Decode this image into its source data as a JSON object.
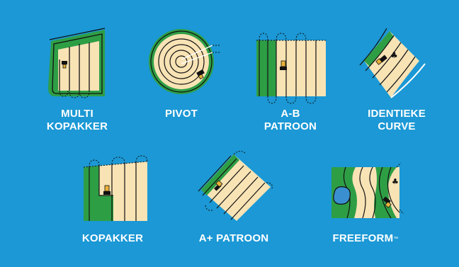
{
  "colors": {
    "background": "#1B98D5",
    "field": "#F8E3B5",
    "green": "#2E9E45",
    "line": "#111111",
    "white": "#ffffff",
    "water": "#3A8FD0"
  },
  "patterns": [
    {
      "id": "multi-kopakker",
      "line1": "MULTI",
      "line2": "KOPAKKER"
    },
    {
      "id": "pivot",
      "line1": "PIVOT",
      "line2": ""
    },
    {
      "id": "ab-patroon",
      "line1": "A-B",
      "line2": "PATROON"
    },
    {
      "id": "identieke-curve",
      "line1": "IDENTIEKE",
      "line2": "CURVE"
    },
    {
      "id": "kopakker",
      "line1": "KOPAKKER",
      "line2": ""
    },
    {
      "id": "a-plus-patroon",
      "line1": "A+ PATROON",
      "line2": ""
    },
    {
      "id": "freeform",
      "line1": "FREEFORM",
      "line2": "",
      "mark": "™"
    }
  ]
}
